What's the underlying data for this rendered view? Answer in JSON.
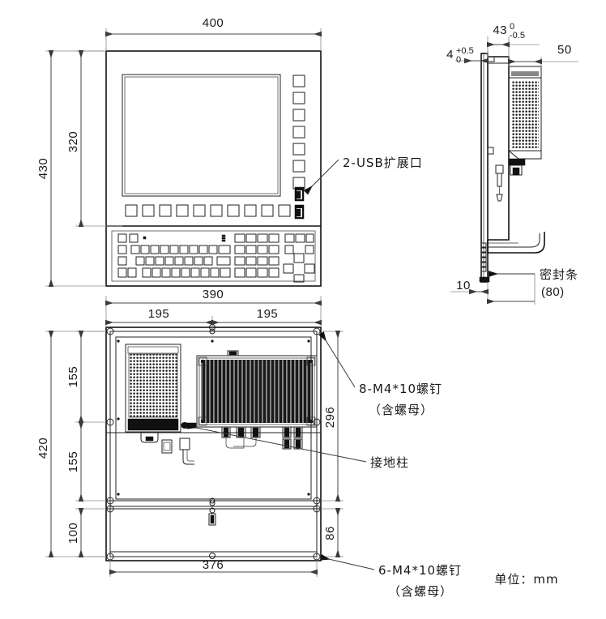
{
  "drawing": {
    "units_note": "单位：mm",
    "views": {
      "front": {
        "name": "front-panel-view",
        "dimensions": {
          "width": "400",
          "height": "430",
          "display_height": "320"
        },
        "annotations": [
          {
            "label": "2-USB扩展口",
            "target": "usb-ports"
          }
        ],
        "function_buttons_side_count": 7,
        "function_buttons_bottom_count": 10
      },
      "side": {
        "name": "side-section-view",
        "dimensions": {
          "panel_thickness": "4",
          "panel_thickness_tol_upper": "+0.5",
          "panel_thickness_tol_lower": "0",
          "depth_front": "43",
          "depth_front_tol_upper": "0",
          "depth_front_tol_lower": "-0.5",
          "depth_rear": "50",
          "bottom_offset": "10",
          "seal_reference": "(80)"
        },
        "annotations": [
          {
            "label": "密封条",
            "sub": "(80)",
            "target": "sealing-strip"
          }
        ]
      },
      "bottom": {
        "name": "rear-bottom-view",
        "dimensions": {
          "overall_width": "390",
          "half_left": "195",
          "half_right": "195",
          "overall_height": "420",
          "seg_top": "155",
          "seg_mid": "155",
          "seg_bottom": "100",
          "right_upper": "296",
          "right_lower": "86",
          "inner_width": "376"
        },
        "annotations": [
          {
            "label": "8-M4*10螺钉",
            "sub": "（含螺母）",
            "target": "upper-screw-set"
          },
          {
            "label": "接地柱",
            "sub": "",
            "target": "grounding-post"
          },
          {
            "label": "6-M4*10螺钉",
            "sub": "（含螺母）",
            "target": "lower-screw-set"
          }
        ]
      }
    }
  },
  "colors": {
    "ink": "#111111",
    "dim": "#4a4a4a",
    "extension": "#8a8a8a",
    "background": "#ffffff"
  }
}
